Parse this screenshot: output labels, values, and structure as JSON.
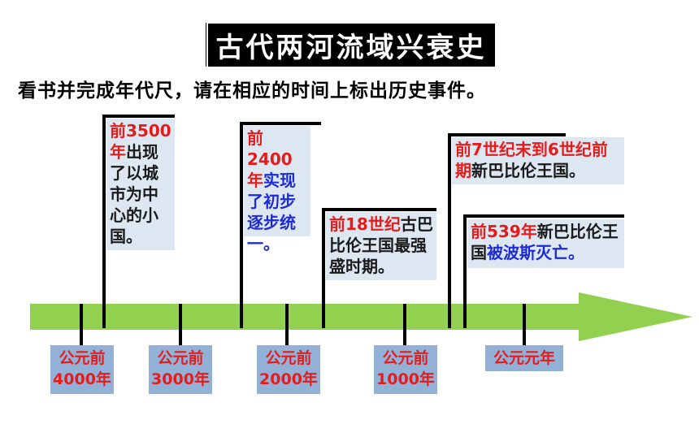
{
  "title": "古代两河流域兴衰史",
  "instruction": "看书并完成年代尺，请在相应的时间上标出历史事件。",
  "events": [
    {
      "parts": [
        {
          "text": "前3500年",
          "color": "red"
        },
        {
          "text": "出现了以城市为中心的小国。",
          "color": "black"
        }
      ]
    },
    {
      "parts": [
        {
          "text": "前2400年",
          "color": "red"
        },
        {
          "text": "实现了初步逐步统一。",
          "color": "blue"
        }
      ]
    },
    {
      "parts": [
        {
          "text": "前18世纪",
          "color": "red"
        },
        {
          "text": "古巴比伦王国最强盛时期。",
          "color": "black"
        }
      ]
    },
    {
      "parts": [
        {
          "text": "前7世纪末到6世纪前期",
          "color": "red"
        },
        {
          "text": "新巴比伦王国。",
          "color": "black"
        }
      ]
    },
    {
      "parts": [
        {
          "text": "前539年",
          "color": "red"
        },
        {
          "text": "新巴比伦王国",
          "color": "black"
        },
        {
          "text": "被波斯灭亡。",
          "color": "blue"
        }
      ]
    }
  ],
  "axis_labels": [
    "公元前4000年",
    "公元前3000年",
    "公元前2000年",
    "公元前1000年",
    "公元元年"
  ],
  "colors": {
    "arrow": "#92d050",
    "label_bg": "#93b1d6",
    "event_bg": "#dde7f1",
    "red": "#e51c1c",
    "blue": "#1d2bd6"
  }
}
